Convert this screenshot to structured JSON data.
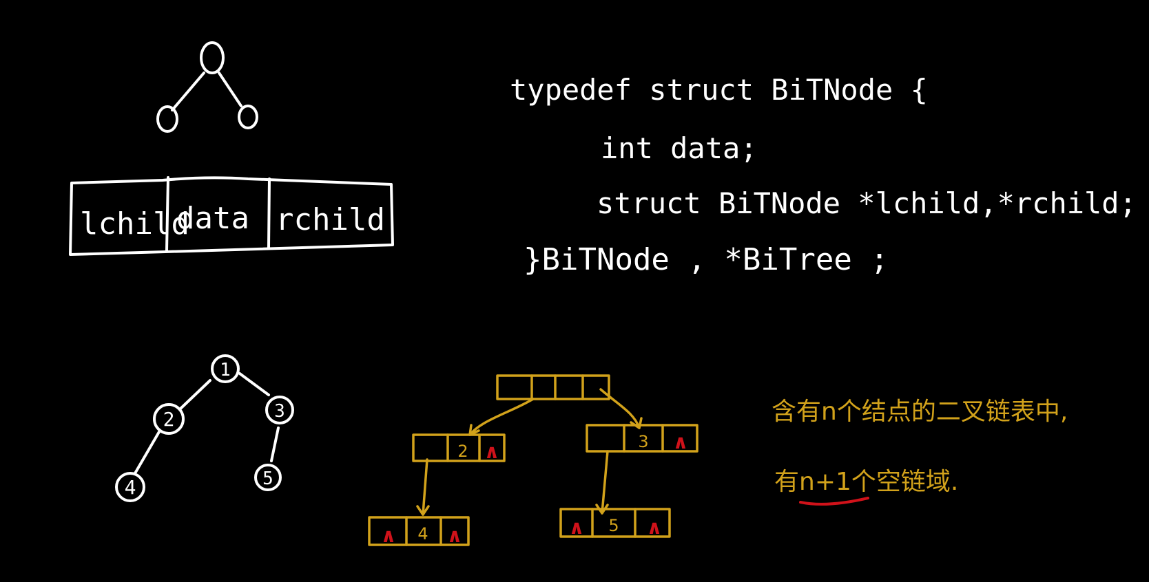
{
  "node_struct": {
    "fields": [
      "lchild",
      "data",
      "rchild"
    ]
  },
  "code": {
    "line1": "typedef  struct  BiTNode {",
    "line2": "int  data;",
    "line3": "struct  BiTNode  *lchild,*rchild;",
    "line4": "}BiTNode , *BiTree ;"
  },
  "tree": {
    "nodes": [
      "1",
      "2",
      "3",
      "4",
      "5"
    ]
  },
  "linked": {
    "null_symbol": "∧",
    "node2": "2",
    "node3": "3",
    "node4": "4",
    "node5": "5"
  },
  "note": {
    "line1": "含有n个结点的二叉链表中,",
    "line2_prefix": "有",
    "line2_highlight": "n+1",
    "line2_suffix": "个空链域."
  },
  "colors": {
    "background": "#000000",
    "chalk": "#ffffff",
    "yellow": "#d2a21b",
    "red": "#d0121a"
  }
}
